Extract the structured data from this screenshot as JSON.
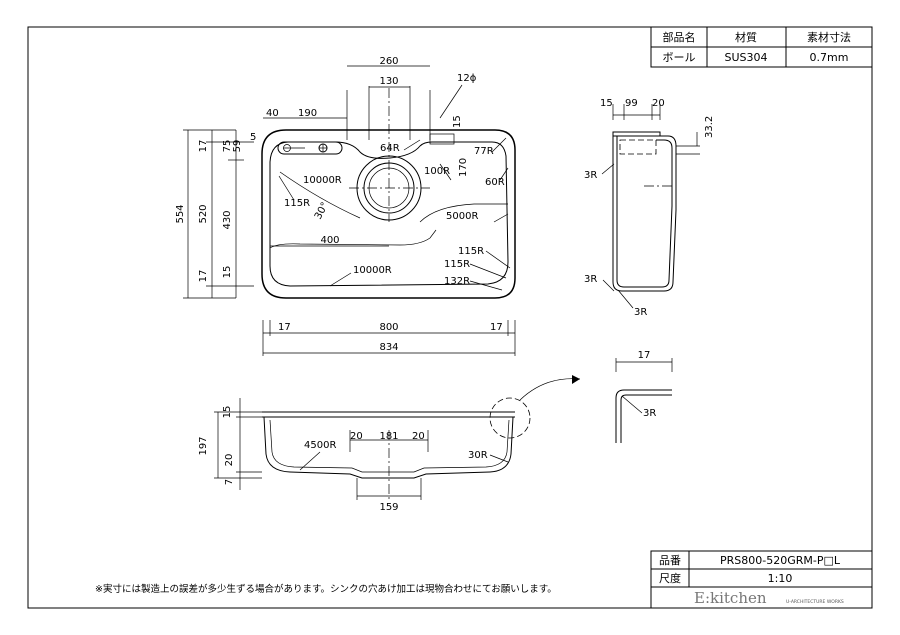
{
  "material_table": {
    "headers": [
      "部品名",
      "材質",
      "素材寸法"
    ],
    "row": [
      "ボール",
      "SUS304",
      "0.7mm"
    ]
  },
  "top_view": {
    "dims": {
      "d260": "260",
      "d130": "130",
      "d12": "12ϕ",
      "d40": "40",
      "d190": "190",
      "d5": "5",
      "d15_top": "15",
      "d17_a": "17",
      "d75": "75",
      "d59": "59",
      "d554": "554",
      "d520": "520",
      "d430": "430",
      "d17_b": "17",
      "d15_b": "15",
      "d17_l": "17",
      "d800": "800",
      "d17_r": "17",
      "d834": "834",
      "d400": "400"
    },
    "radii": {
      "r64": "64R",
      "r77": "77R",
      "r10000a": "10000R",
      "r100": "100R",
      "r170": "170",
      "r60": "60R",
      "r115a": "115R",
      "r30": "30°",
      "r5000": "5000R",
      "r115b": "115R",
      "r115c": "115R",
      "r132": "132R",
      "r10000b": "10000R"
    }
  },
  "side_view": {
    "dims": {
      "d15": "15",
      "d99": "99",
      "d20": "20",
      "d33": "33.2",
      "r3a": "3R",
      "r3b": "3R",
      "r3c": "3R"
    }
  },
  "section_view": {
    "dims": {
      "d15": "15",
      "d197": "197",
      "d20": "20",
      "d7": "7",
      "d20a": "20",
      "d181": "181",
      "d20b": "20",
      "d159": "159",
      "r4500": "4500R",
      "r30": "30R"
    }
  },
  "detail_view": {
    "dims": {
      "d17": "17",
      "r3": "3R"
    }
  },
  "note": "※実寸には製造上の誤差が多少生ずる場合があります。シンクの穴あけ加工は現物合わせにてお願いします。",
  "title_block": {
    "label_product": "品番",
    "product": "PRS800-520GRM-P□L",
    "label_scale": "尺度",
    "scale": "1:10",
    "brand": "E:kitchen",
    "brand_sub": "U-ARCHITECTURE WORKS"
  }
}
